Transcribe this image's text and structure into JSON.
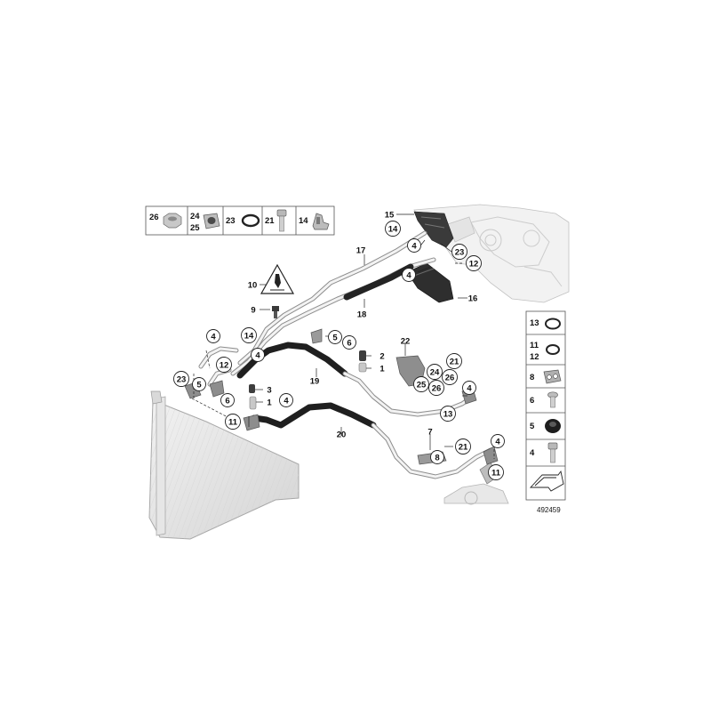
{
  "diagram_number": "492459",
  "top_legend": [
    {
      "id": "leg-26",
      "nums": [
        "26"
      ],
      "icon": "nut-icon"
    },
    {
      "id": "leg-24",
      "nums": [
        "24",
        "25"
      ],
      "icon": "clamp-sleeve-icon"
    },
    {
      "id": "leg-23",
      "nums": [
        "23"
      ],
      "icon": "o-ring-icon"
    },
    {
      "id": "leg-21",
      "nums": [
        "21"
      ],
      "icon": "bolt-icon"
    },
    {
      "id": "leg-14",
      "nums": [
        "14"
      ],
      "icon": "clip-icon"
    }
  ],
  "side_legend": [
    {
      "id": "sleg-13",
      "nums": [
        "13"
      ],
      "icon": "o-ring-icon"
    },
    {
      "id": "sleg-11",
      "nums": [
        "11",
        "12"
      ],
      "icon": "o-ring-icon"
    },
    {
      "id": "sleg-8",
      "nums": [
        "8"
      ],
      "icon": "clip-block-icon"
    },
    {
      "id": "sleg-6",
      "nums": [
        "6"
      ],
      "icon": "screw-icon"
    },
    {
      "id": "sleg-5",
      "nums": [
        "5"
      ],
      "icon": "grommet-icon"
    },
    {
      "id": "sleg-4",
      "nums": [
        "4"
      ],
      "icon": "bolt-icon"
    }
  ],
  "callouts": [
    {
      "id": "c-15",
      "n": "15",
      "circled": false
    },
    {
      "id": "c-14a",
      "n": "14",
      "circled": true
    },
    {
      "id": "c-4a",
      "n": "4",
      "circled": true
    },
    {
      "id": "c-23a",
      "n": "23",
      "circled": true
    },
    {
      "id": "c-12a",
      "n": "12",
      "circled": true
    },
    {
      "id": "c-17",
      "n": "17",
      "circled": false
    },
    {
      "id": "c-4b",
      "n": "4",
      "circled": true
    },
    {
      "id": "c-16",
      "n": "16",
      "circled": false
    },
    {
      "id": "c-10",
      "n": "10",
      "circled": false
    },
    {
      "id": "c-9",
      "n": "9",
      "circled": false
    },
    {
      "id": "c-18",
      "n": "18",
      "circled": false
    },
    {
      "id": "c-4c",
      "n": "4",
      "circled": true
    },
    {
      "id": "c-14b",
      "n": "14",
      "circled": true
    },
    {
      "id": "c-5a",
      "n": "5",
      "circled": true
    },
    {
      "id": "c-6a",
      "n": "6",
      "circled": true
    },
    {
      "id": "c-12b",
      "n": "12",
      "circled": true
    },
    {
      "id": "c-4d",
      "n": "4",
      "circled": true
    },
    {
      "id": "c-23b",
      "n": "23",
      "circled": true
    },
    {
      "id": "c-5b",
      "n": "5",
      "circled": true
    },
    {
      "id": "c-6b",
      "n": "6",
      "circled": true
    },
    {
      "id": "c-22",
      "n": "22",
      "circled": false
    },
    {
      "id": "c-2",
      "n": "2",
      "circled": false
    },
    {
      "id": "c-1a",
      "n": "1",
      "circled": false
    },
    {
      "id": "c-21a",
      "n": "21",
      "circled": true
    },
    {
      "id": "c-24",
      "n": "24",
      "circled": true
    },
    {
      "id": "c-26a",
      "n": "26",
      "circled": true
    },
    {
      "id": "c-25",
      "n": "25",
      "circled": true
    },
    {
      "id": "c-26b",
      "n": "26",
      "circled": true
    },
    {
      "id": "c-19",
      "n": "19",
      "circled": false
    },
    {
      "id": "c-3",
      "n": "3",
      "circled": false
    },
    {
      "id": "c-1b",
      "n": "1",
      "circled": false
    },
    {
      "id": "c-4e",
      "n": "4",
      "circled": true
    },
    {
      "id": "c-4f",
      "n": "4",
      "circled": true
    },
    {
      "id": "c-11a",
      "n": "11",
      "circled": true
    },
    {
      "id": "c-13",
      "n": "13",
      "circled": true
    },
    {
      "id": "c-20",
      "n": "20",
      "circled": false
    },
    {
      "id": "c-7",
      "n": "7",
      "circled": false
    },
    {
      "id": "c-21b",
      "n": "21",
      "circled": true
    },
    {
      "id": "c-8",
      "n": "8",
      "circled": true
    },
    {
      "id": "c-4g",
      "n": "4",
      "circled": true
    },
    {
      "id": "c-11b",
      "n": "11",
      "circled": true
    }
  ]
}
